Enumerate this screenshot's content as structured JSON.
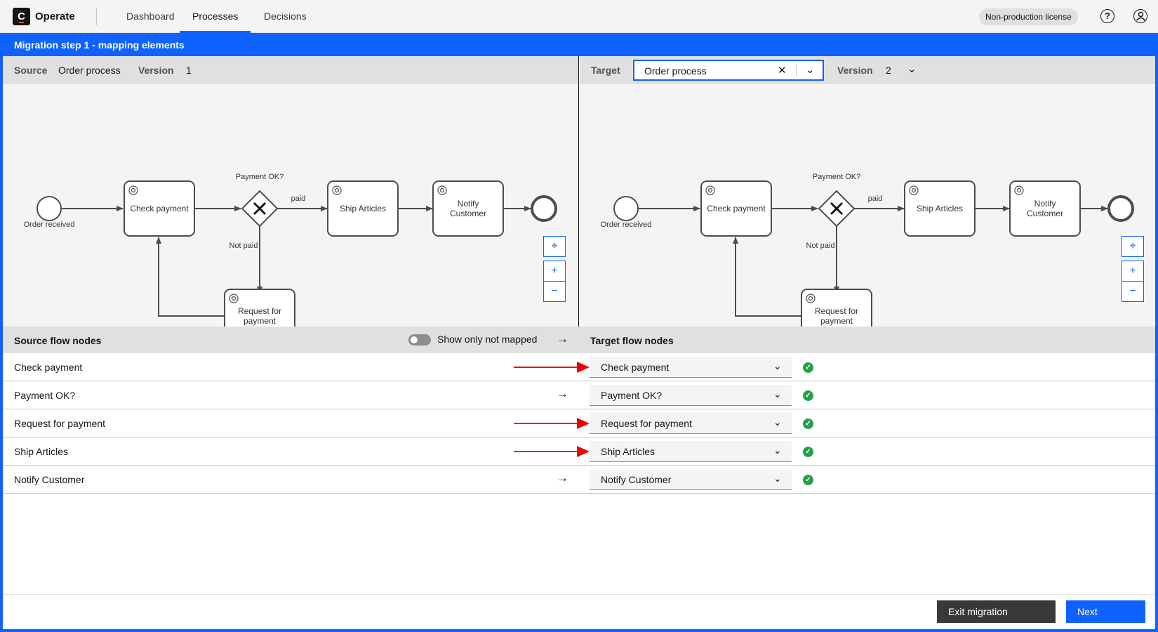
{
  "header": {
    "logo_letter": "C",
    "app_name": "Operate",
    "tabs": [
      {
        "label": "Dashboard",
        "active": false
      },
      {
        "label": "Processes",
        "active": true
      },
      {
        "label": "Decisions",
        "active": false
      }
    ],
    "license_badge": "Non-production license",
    "help_icon": "help-icon",
    "user_icon": "user-icon"
  },
  "migration": {
    "title": "Migration step 1 - mapping elements",
    "accent_color": "#0f62fe"
  },
  "source": {
    "label": "Source",
    "process_name": "Order process",
    "version_label": "Version",
    "version": "1"
  },
  "target": {
    "label": "Target",
    "process_name": "Order process",
    "version_label": "Version",
    "version": "2"
  },
  "diagram": {
    "start_event": "Order received",
    "check_payment": "Check payment",
    "gateway": "Payment OK?",
    "paid": "paid",
    "not_paid": "Not paid",
    "ship_articles": "Ship Articles",
    "notify_customer": [
      "Notify",
      "Customer"
    ],
    "request_payment": [
      "Request for",
      "payment"
    ]
  },
  "mapping": {
    "source_header": "Source flow nodes",
    "target_header": "Target flow nodes",
    "toggle_label": "Show only not mapped",
    "toggle_on": false,
    "rows": [
      {
        "source": "Check payment",
        "target": "Check payment",
        "highlighted": true,
        "mapped": true
      },
      {
        "source": "Payment OK?",
        "target": "Payment OK?",
        "highlighted": false,
        "mapped": true
      },
      {
        "source": "Request for payment",
        "target": "Request for payment",
        "highlighted": true,
        "mapped": true
      },
      {
        "source": "Ship Articles",
        "target": "Ship Articles",
        "highlighted": true,
        "mapped": true
      },
      {
        "source": "Notify Customer",
        "target": "Notify Customer",
        "highlighted": false,
        "mapped": true
      }
    ]
  },
  "footer": {
    "exit_label": "Exit migration",
    "next_label": "Next"
  }
}
